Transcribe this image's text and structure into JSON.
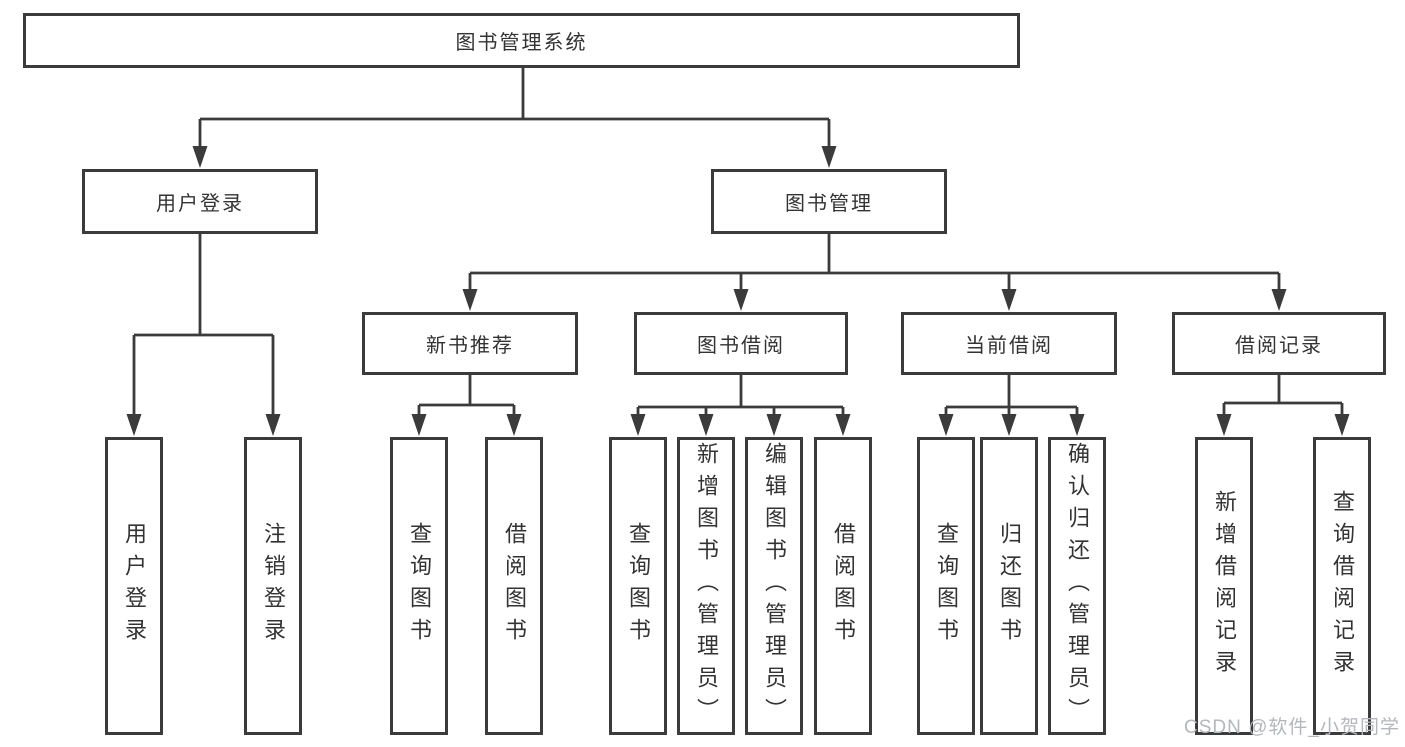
{
  "diagram": {
    "title_note": "functional structure chart",
    "root": "图书管理系统",
    "user_login_branch": {
      "label": "用户登录",
      "children": [
        "用户登录",
        "注销登录"
      ]
    },
    "book_management_branch": {
      "label": "图书管理",
      "groups": [
        {
          "label": "新书推荐",
          "children": [
            "查询图书",
            "借阅图书"
          ]
        },
        {
          "label": "图书借阅",
          "children": [
            "查询图书",
            "新增图书（管理员）",
            "编辑图书（管理员）",
            "借阅图书"
          ]
        },
        {
          "label": "当前借阅",
          "children": [
            "查询图书",
            "归还图书",
            "确认归还（管理员）"
          ]
        },
        {
          "label": "借阅记录",
          "children": [
            "新增借阅记录",
            "查询借阅记录"
          ]
        }
      ]
    }
  },
  "watermark": "CSDN @软件_小贺同学",
  "colors": {
    "line": "#3b3b3b",
    "box_border": "#3b3b3b",
    "text": "#333333",
    "watermark": "#b4b7bb",
    "background": "#ffffff"
  }
}
